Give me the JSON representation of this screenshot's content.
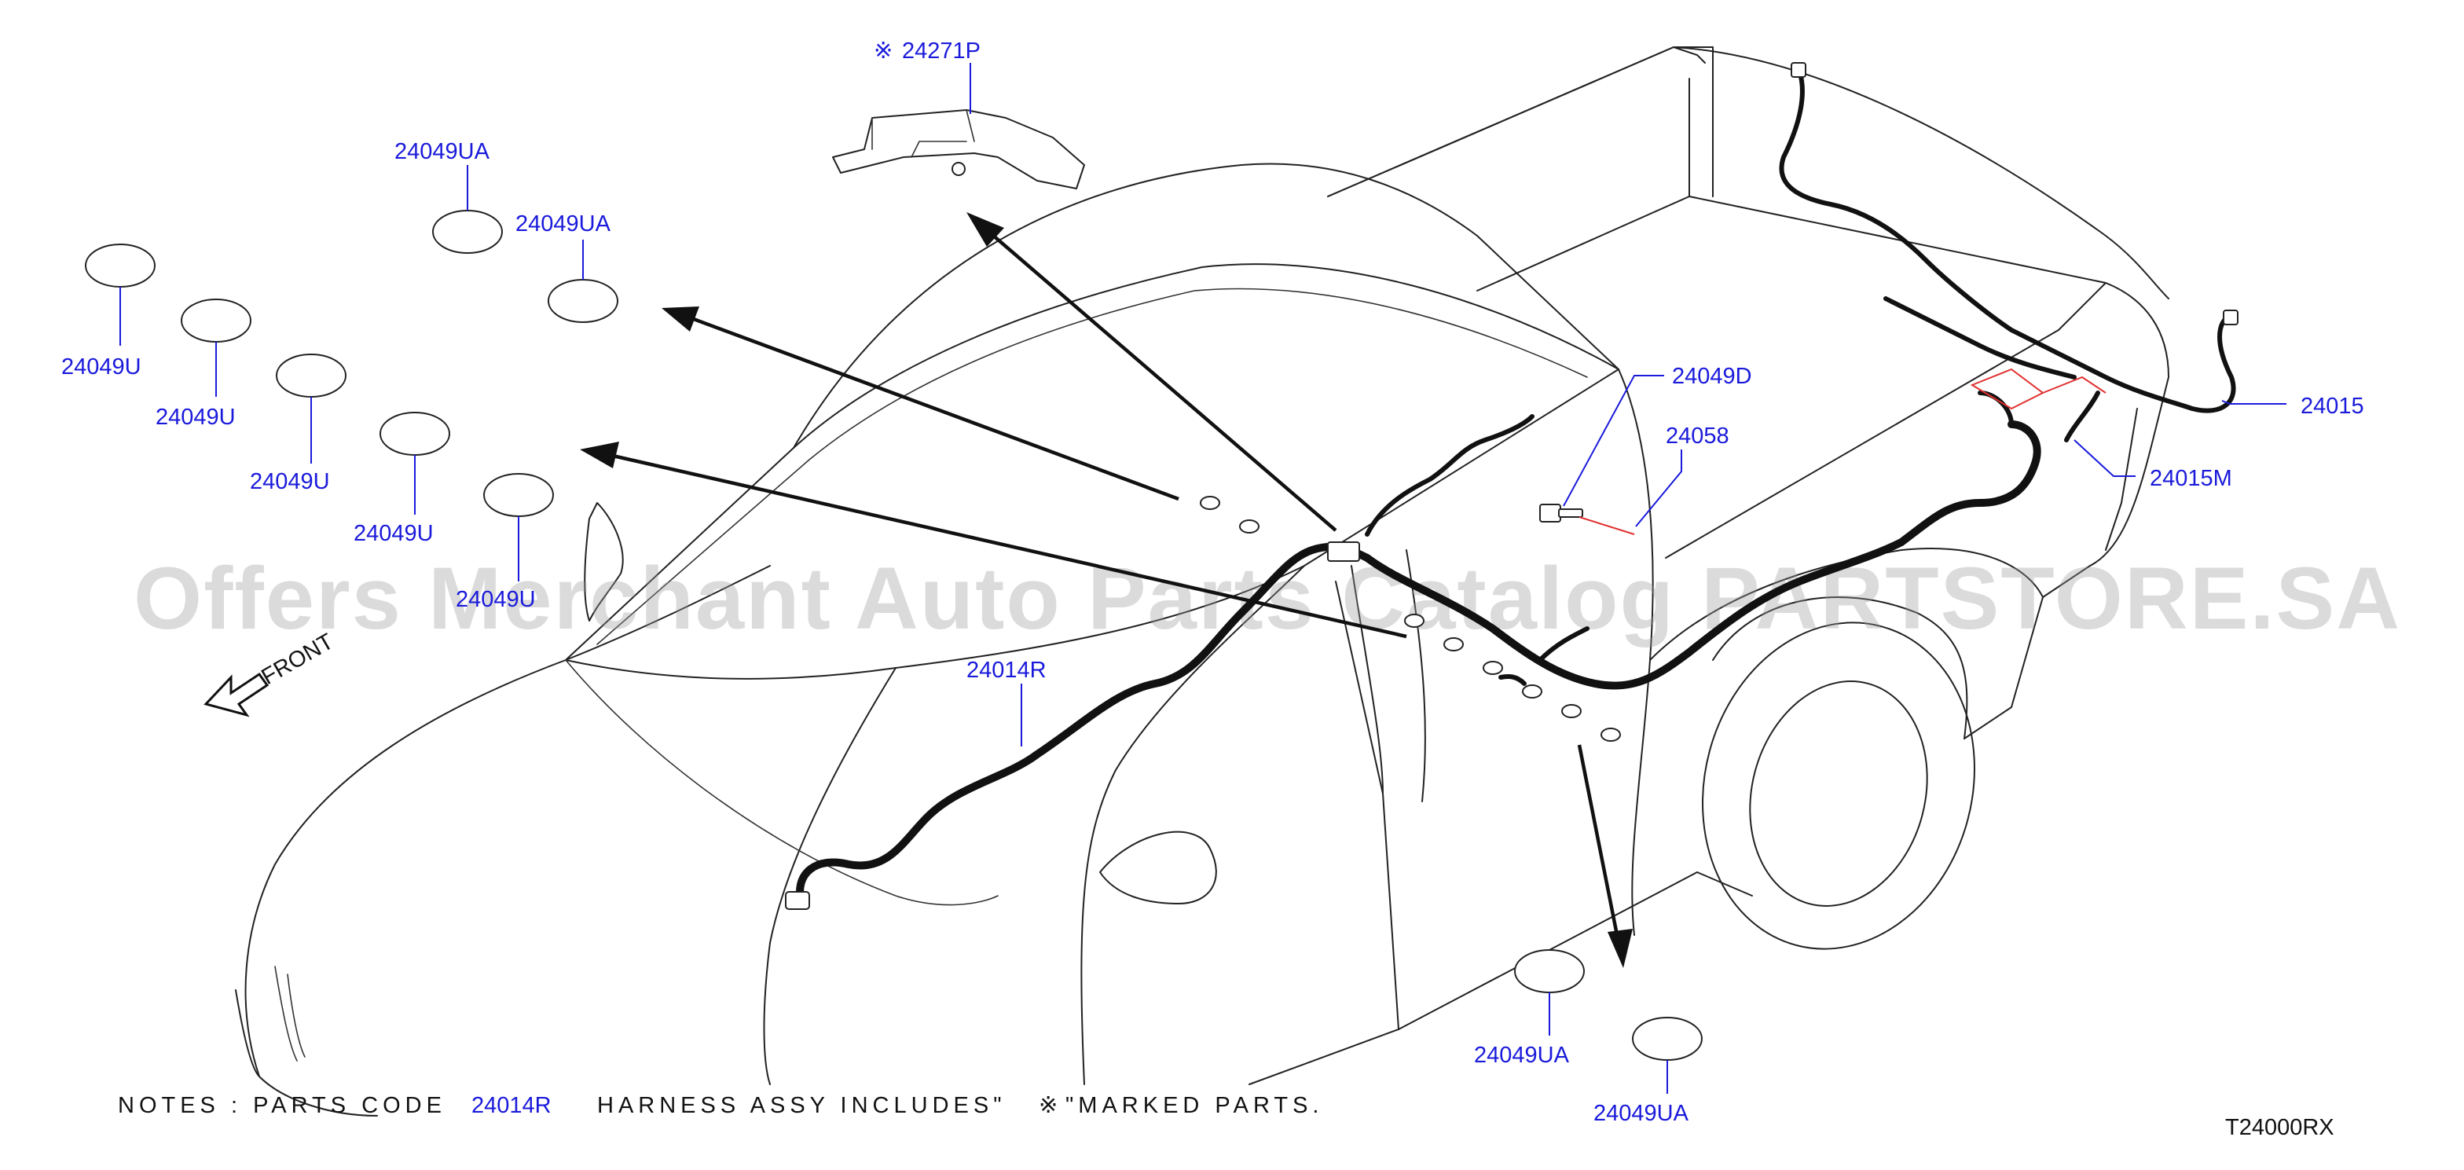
{
  "labels": {
    "p24271P": "24271P",
    "p24049UA_1": "24049UA",
    "p24049UA_2": "24049UA",
    "p24049U_1": "24049U",
    "p24049U_2": "24049U",
    "p24049U_3": "24049U",
    "p24049U_4": "24049U",
    "p24049U_5": "24049U",
    "p24049D": "24049D",
    "p24058": "24058",
    "p24015": "24015",
    "p24015M": "24015M",
    "p24014R": "24014R",
    "p24049UA_3": "24049UA",
    "p24049UA_4": "24049UA"
  },
  "marked_symbol": "※",
  "front_label": "FRONT",
  "watermark": "Offers Merchant Auto Parts Catalog PARTSTORE.SA",
  "notes": {
    "prefix": "NOTES : PARTS CODE",
    "code": "24014R",
    "middle": "HARNESS ASSY INCLUDES\"",
    "suffix": "\"MARKED PARTS."
  },
  "diagram_code": "T24000RX",
  "colors": {
    "part_number": "#1a1adb",
    "line": "#111111",
    "highlight": "#e0312f"
  }
}
